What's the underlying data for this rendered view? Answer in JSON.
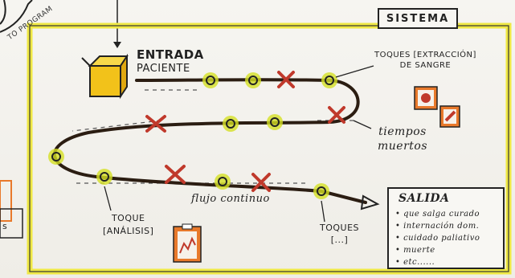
{
  "header": {
    "tag": "SISTEMA"
  },
  "corner_fragment": "TO PROGRAM",
  "corner_fragment_left": "s",
  "entrada": {
    "line1": "ENTRADA",
    "line2": "PACIENTE"
  },
  "toques_extraccion": {
    "line1": "TOQUES [EXTRACCIÓN]",
    "line2": "DE SANGRE"
  },
  "tiempos_muertos": {
    "line1": "tiempos",
    "line2": "muertos"
  },
  "flujo_continuo": "flujo continuo",
  "toque_analisis": {
    "line1": "TOQUE",
    "line2": "[ANÁLISIS]"
  },
  "toques_bottom": {
    "line1": "TOQUES",
    "line2": "[...]"
  },
  "salida": {
    "title": "SALIDA",
    "items": [
      "que salga curado",
      "internación dom.",
      "cuidado paliativo",
      "muerte",
      "etc......"
    ]
  },
  "colors": {
    "frame": "#efe844",
    "marker_glow": "#d4e024",
    "cross": "#c0392b",
    "path": "#2b1d12",
    "orange": "#e8792b"
  }
}
